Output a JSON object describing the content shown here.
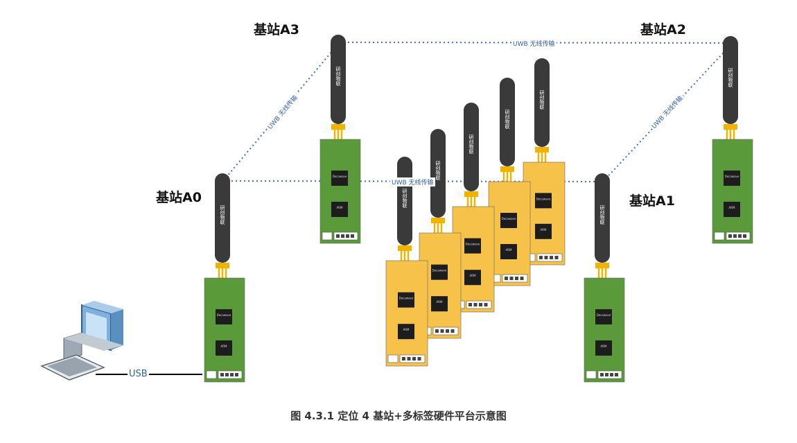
{
  "stations": {
    "a0": "基站A0",
    "a1": "基站A1",
    "a2": "基站A2",
    "a3": "基站A3"
  },
  "links": {
    "label": "UWB 无线传输"
  },
  "antenna_text": "研创物联",
  "chip_text": {
    "top": "Decawave",
    "bottom": "ARM"
  },
  "usb_label": "USB",
  "caption": "图 4.3.1  定位 4 基站+多标签硬件平台示意图",
  "colors": {
    "anchor_board": "#5a9a3a",
    "tag_board": "#f6c24a",
    "antenna": "#3a3a3a",
    "link": "#3b6fc2"
  }
}
